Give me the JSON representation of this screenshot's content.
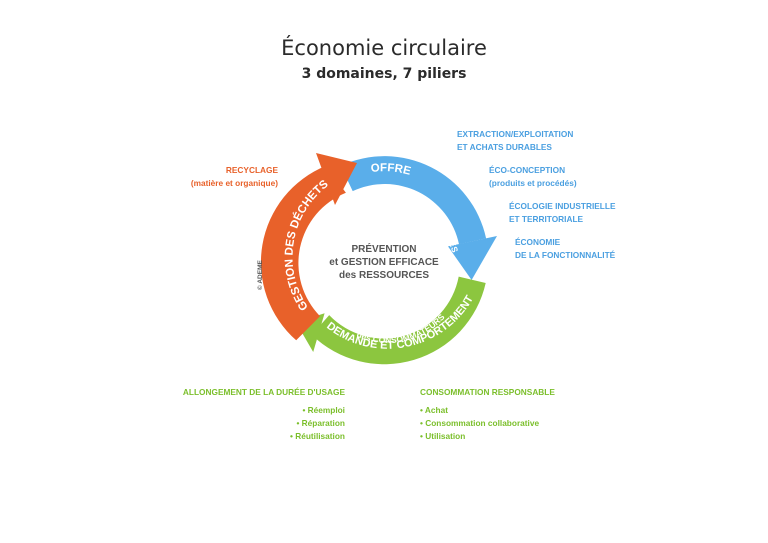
{
  "title": "Économie circulaire",
  "subtitle": "3 domaines, 7 piliers",
  "center": {
    "line1": "PRÉVENTION",
    "line2": "et GESTION EFFICACE",
    "line3": "des RESSOURCES"
  },
  "arcs": {
    "blue_main": "OFFRE",
    "blue_sub": "des ACTEURS ÉCONOMIQUES",
    "orange_main": "GESTION DES DÉCHETS",
    "green_main": "DEMANDE ET COMPORTEMENT",
    "green_sub": "des CONSOMMATEURS"
  },
  "copyright": "© ADEME",
  "blue_pillars": [
    {
      "l1": "EXTRACTION/EXPLOITATION",
      "l2": "ET ACHATS DURABLES"
    },
    {
      "l1": "ÉCO-CONCEPTION",
      "l2": "(produits et procédés)"
    },
    {
      "l1": "ÉCOLOGIE INDUSTRIELLE",
      "l2": "ET TERRITORIALE"
    },
    {
      "l1": "ÉCONOMIE",
      "l2": "DE LA FONCTIONNALITÉ"
    }
  ],
  "orange_pillar": {
    "l1": "RECYCLAGE",
    "l2": "(matière et organique)"
  },
  "green_left": {
    "title": "ALLONGEMENT DE LA DURÉE D'USAGE",
    "items": [
      "• Réemploi",
      "• Réparation",
      "• Réutilisation"
    ]
  },
  "green_right": {
    "title": "CONSOMMATION RESPONSABLE",
    "items": [
      "• Achat",
      "• Consommation collaborative",
      "• Utilisation"
    ]
  },
  "colors": {
    "blue": "#5aaeea",
    "orange": "#e8612a",
    "green": "#8cc63f",
    "blue_text": "#4a9fe0",
    "green_text": "#7bbf2b"
  }
}
